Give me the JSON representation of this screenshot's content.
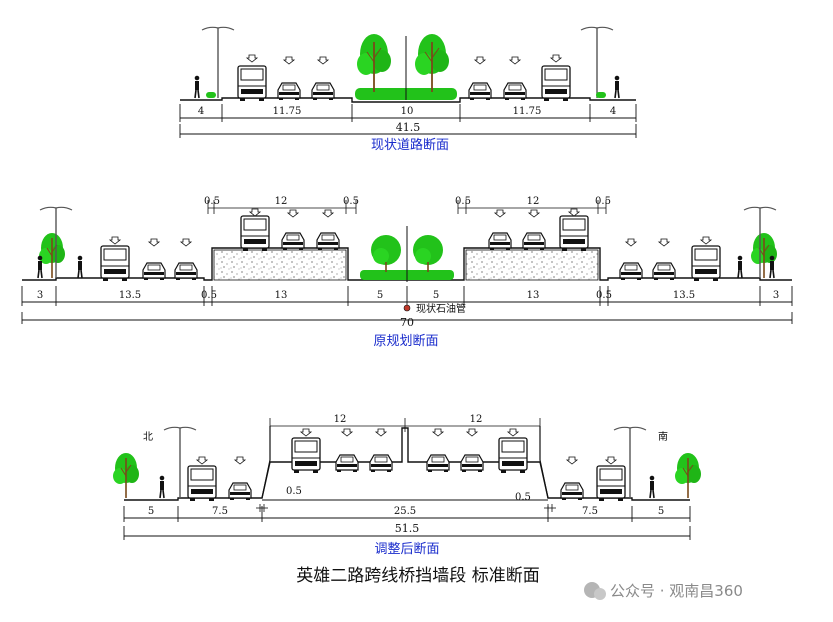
{
  "sections": {
    "current": {
      "caption": "现状道路断面",
      "widths": [
        "4",
        "11.75",
        "10",
        "11.75",
        "4"
      ],
      "total": "41.5"
    },
    "original": {
      "caption": "原规划断面",
      "widths": [
        "3",
        "13.5",
        "0.5",
        "13",
        "5",
        "5",
        "13",
        "0.5",
        "13.5",
        "3"
      ],
      "upper_widths": [
        "0.5",
        "12",
        "0.5",
        "0.5",
        "12",
        "0.5"
      ],
      "total": "70",
      "pipe_label": "现状石油管"
    },
    "adjusted": {
      "caption": "调整后断面",
      "widths": [
        "5",
        "7.5",
        "25.5",
        "7.5",
        "5"
      ],
      "upper_widths": [
        "12",
        "12"
      ],
      "offsets": [
        "0.5",
        "0.5"
      ],
      "total": "51.5",
      "north_label": "北",
      "south_label": "南"
    }
  },
  "main_title": "英雄二路跨线桥挡墙段  标准断面",
  "watermark": "公众号 · 观南昌360",
  "colors": {
    "caption_blue": "#1a2ccc",
    "tree_green": "#22c21a",
    "trunk_brown": "#7a4a1a"
  }
}
